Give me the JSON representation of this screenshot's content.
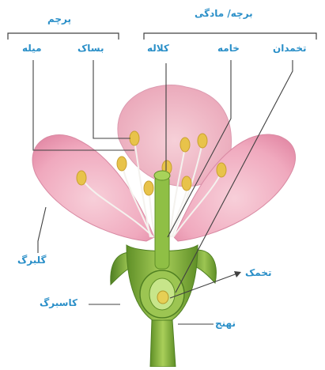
{
  "labels": {
    "stamen": "پرچم",
    "pistil": "برچه/ مادگی",
    "filament": "میله",
    "anther": "بساک",
    "stigma": "کلاله",
    "style": "خامه",
    "ovary": "تخمدان",
    "petal": "گلبرگ",
    "ovule": "تخمک",
    "sepal": "کاسبرگ",
    "receptacle": "نهنج"
  },
  "colors": {
    "label": "#2a8fc8",
    "leader": "#404040",
    "petal": "#f2b4c6",
    "petal_dark": "#d98aa3",
    "green": "#7fae3a",
    "green_dark": "#4f7f22",
    "anther": "#e8c34a"
  }
}
